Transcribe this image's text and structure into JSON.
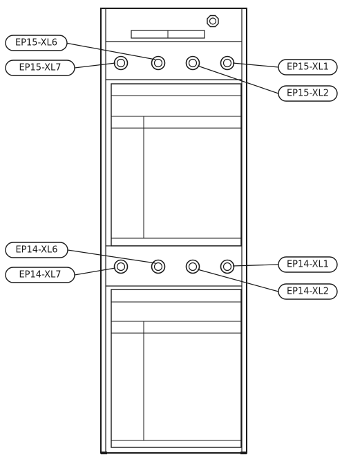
{
  "callouts": {
    "ep15_xl6": "EP15-XL6",
    "ep15_xl7": "EP15-XL7",
    "ep15_xl1": "EP15-XL1",
    "ep15_xl2": "EP15-XL2",
    "ep14_xl6": "EP14-XL6",
    "ep14_xl7": "EP14-XL7",
    "ep14_xl1": "EP14-XL1",
    "ep14_xl2": "EP14-XL2"
  }
}
